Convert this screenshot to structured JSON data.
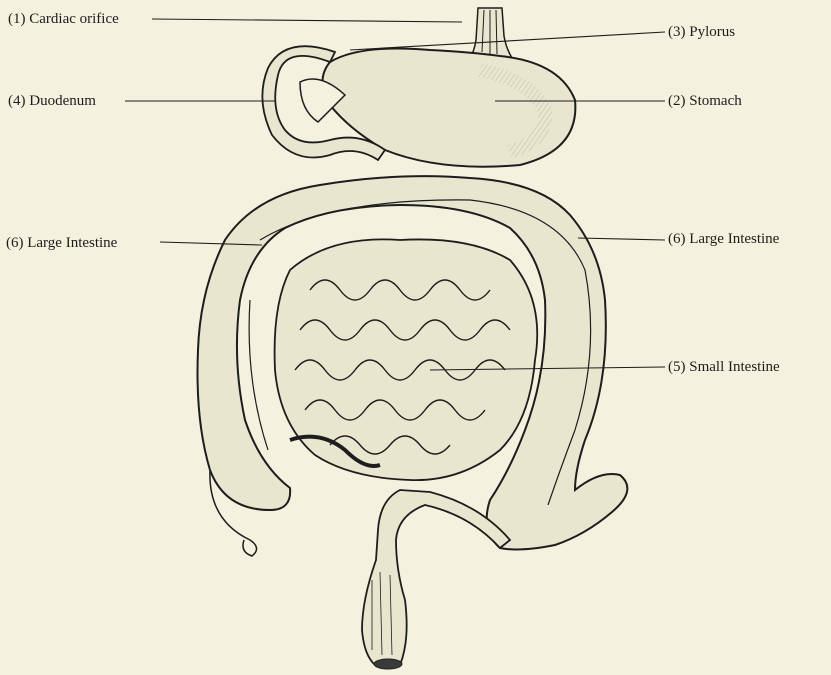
{
  "colors": {
    "background": "#f4f1de",
    "ink": "#1d1d1d",
    "organ_fill": "#e9e6cf"
  },
  "labels": {
    "cardiac_orifice": "(1) Cardiac orifice",
    "pylorus": "(3) Pylorus",
    "duodenum": "(4) Duodenum",
    "stomach": "(2) Stomach",
    "large_intestine_left": "(6) Large Intestine",
    "large_intestine_right": "(6) Large Intestine",
    "small_intestine": "(5) Small Intestine"
  }
}
